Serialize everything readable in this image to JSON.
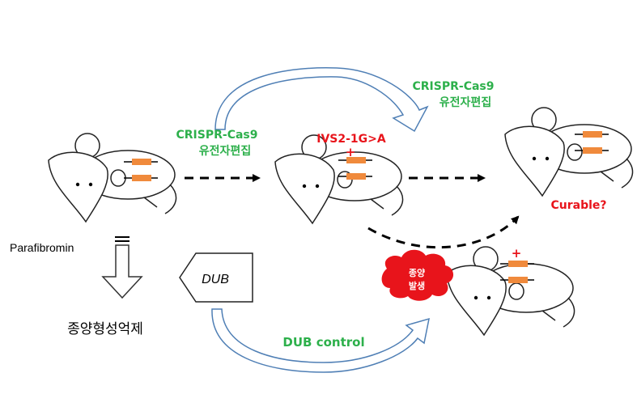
{
  "labels": {
    "crispr_top": "CRISPR-Cas9",
    "editing_top": "유전자편집",
    "crispr_left": "CRISPR-Cas9",
    "editing_left": "유전자편집",
    "mutation": "IVS2-1G>A",
    "mutation_plus": "+",
    "curable": "Curable?",
    "parafibromin": "Parafibromin",
    "tumor_suppression": "종양형성억제",
    "dub": "DUB",
    "dub_control": "DUB control",
    "tumor_line1": "종양",
    "tumor_line2": "발생",
    "tumor_plus": "+"
  },
  "colors": {
    "green": "#2db04b",
    "red": "#e8141b",
    "orange": "#f08a3c",
    "arrow_blue": "#4f7fb5",
    "black": "#000000"
  }
}
